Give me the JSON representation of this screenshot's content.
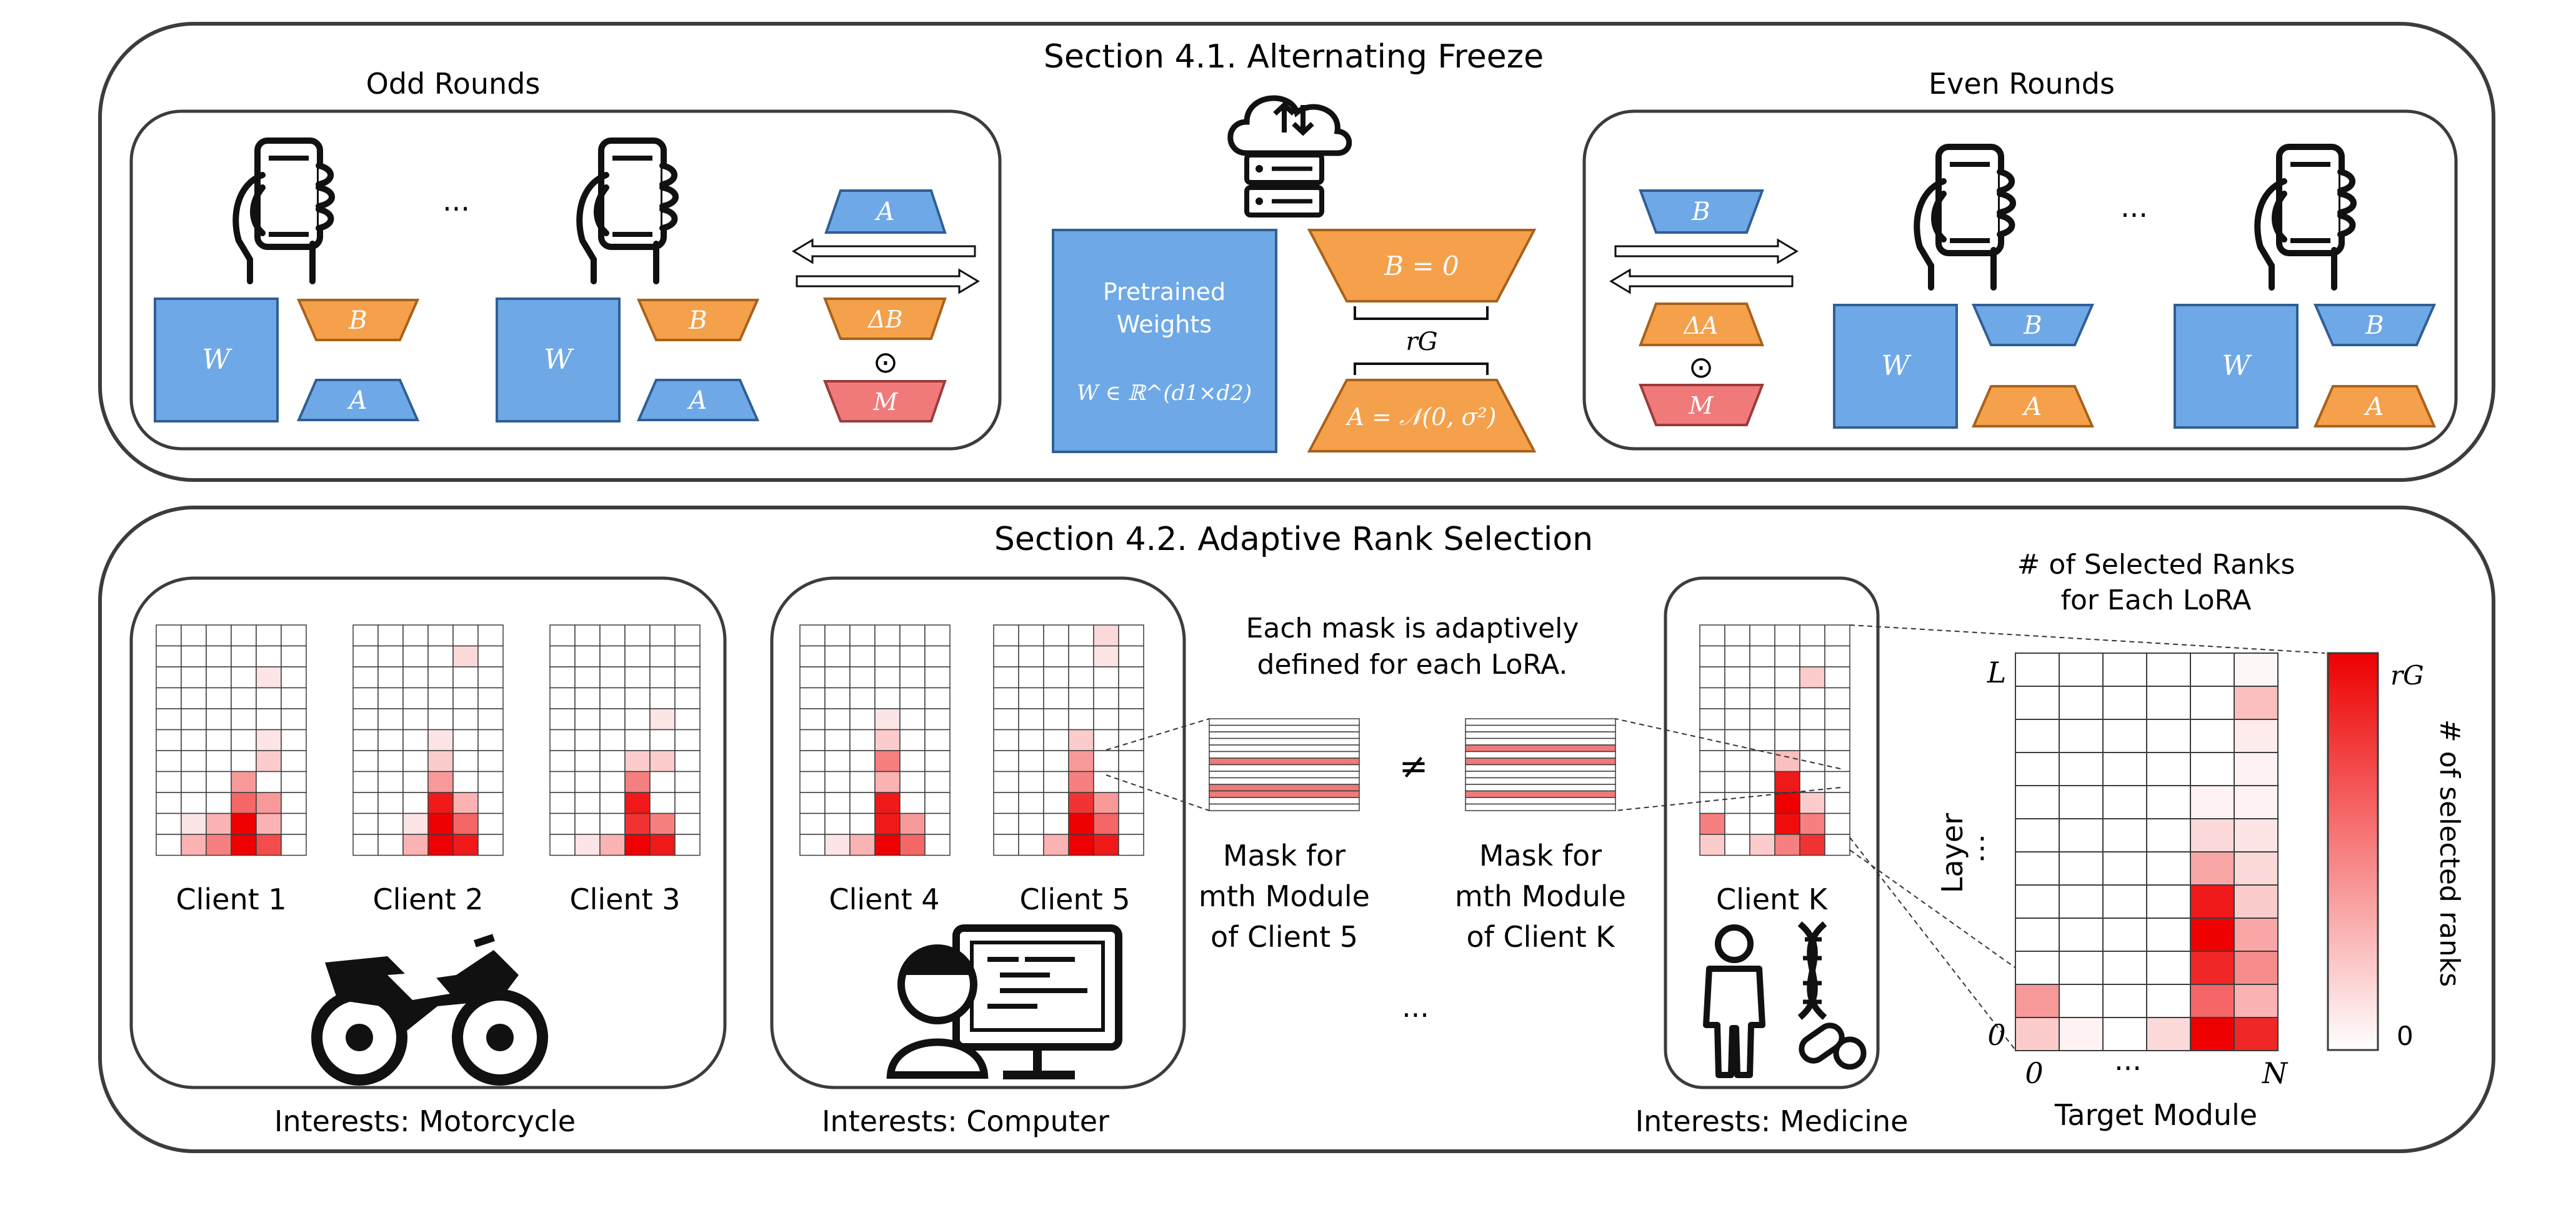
{
  "colors": {
    "blue": "#6fa8e6",
    "blue_stroke": "#2f5f93",
    "orange": "#f5a04a",
    "orange_stroke": "#a8611b",
    "mask_red": "#f07a7a",
    "mask_stroke": "#9a3b3b",
    "heat_max": "#ee0000",
    "panel_stroke": "#3c3c3c"
  },
  "icons": [
    "phone-in-hand-icon",
    "cloud-server-icon",
    "motorcycle-icon",
    "computer-user-icon",
    "person-icon",
    "dna-icon",
    "pill-icon"
  ],
  "section1": {
    "title": "Section 4.1. Alternating Freeze",
    "odd": {
      "title": "Odd Rounds",
      "dots": "···",
      "client_w": "W",
      "client_b": "B",
      "client_a": "A",
      "server_a": "A",
      "delta": "ΔB",
      "odot": "⊙",
      "mask": "M"
    },
    "center": {
      "pretrained_line1": "Pretrained",
      "pretrained_line2": "Weights",
      "pretrained_eq": "W ∈ ℝ^(d1×d2)",
      "b_init": "B = 0",
      "rank_label": "rG",
      "a_init": "A = 𝒩(0, σ²)"
    },
    "even": {
      "title": "Even Rounds",
      "dots": "···",
      "server_b": "B",
      "delta": "ΔA",
      "odot": "⊙",
      "mask": "M",
      "client_w": "W",
      "client_b": "B",
      "client_a": "A"
    }
  },
  "section2": {
    "title": "Section 4.2. Adaptive Rank Selection",
    "groups": [
      {
        "interest": "Interests: Motorcycle",
        "clients": [
          "Client 1",
          "Client 2",
          "Client 3"
        ]
      },
      {
        "interest": "Interests: Computer",
        "clients": [
          "Client 4",
          "Client 5"
        ]
      },
      {
        "interest": "Interests: Medicine",
        "clients": [
          "Client K"
        ]
      }
    ],
    "note_line1": "Each mask is adaptively",
    "note_line2": "defined for each LoRA.",
    "neq": "≠",
    "mask1": [
      "Mask for",
      "mth Module",
      "of Client 5"
    ],
    "mask2": [
      "Mask for",
      "mth Module",
      "of Client K"
    ],
    "dots": "···",
    "heatmap": {
      "title_line1": "# of Selected Ranks",
      "title_line2": "for Each LoRA",
      "ylabel": "Layer",
      "xlabel": "Target Module",
      "y_top": "L",
      "y_mid": "⋮",
      "y_bottom": "0",
      "x_left": "0",
      "x_mid": "···",
      "x_right": "N",
      "colorbar_max": "rG",
      "colorbar_min": "0",
      "colorbar_label": "# of selected ranks",
      "rows": 12,
      "cols": 6,
      "cells": [
        [
          0,
          0,
          0,
          0,
          0,
          0.03
        ],
        [
          0,
          0,
          0,
          0,
          0,
          0.25
        ],
        [
          0,
          0,
          0,
          0,
          0,
          0.08
        ],
        [
          0,
          0,
          0,
          0,
          0,
          0.05
        ],
        [
          0,
          0,
          0,
          0,
          0.05,
          0.05
        ],
        [
          0,
          0,
          0,
          0,
          0.15,
          0.1
        ],
        [
          0,
          0,
          0,
          0,
          0.35,
          0.15
        ],
        [
          0,
          0,
          0,
          0,
          0.9,
          0.2
        ],
        [
          0,
          0,
          0,
          0,
          1.0,
          0.35
        ],
        [
          0,
          0,
          0,
          0,
          0.85,
          0.45
        ],
        [
          0.4,
          0,
          0,
          0,
          0.6,
          0.3
        ],
        [
          0.2,
          0.05,
          0,
          0.15,
          1.0,
          0.85
        ]
      ]
    }
  }
}
